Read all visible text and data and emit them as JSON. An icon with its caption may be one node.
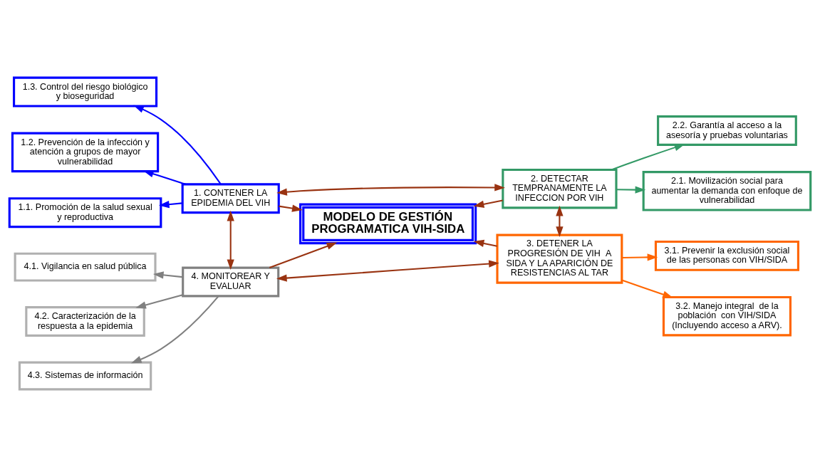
{
  "diagram": {
    "nodes": [
      {
        "text": [
          "MODELO DE GESTIÓN PROGRAMATICA VIH-SIDA"
        ]
      },
      {
        "text": [
          "1. CONTENER LA EPIDEMIA DEL VIH"
        ]
      },
      {
        "text": [
          "1.3. Control del riesgo biológico y bioseguridad"
        ]
      },
      {
        "text": [
          "1.2. Prevención de la infección y atención a grupos de mayor vulnerabilidad"
        ]
      },
      {
        "text": [
          "1.1. Promoción de la salud sexual y reproductiva"
        ]
      },
      {
        "text": [
          "2. DETECTAR TEMPRANAMENTE LA INFECCION POR VIH"
        ]
      },
      {
        "text": [
          "2.2. Garantía al acceso a la asesoría y pruebas voluntarias"
        ]
      },
      {
        "text": [
          "2.1. Movilización social para aumentar la demanda con enfoque de vulnerabilidad"
        ]
      },
      {
        "text": [
          "4. MONITOREAR Y EVALUAR"
        ]
      },
      {
        "text": [
          "4.1. Vigilancia en salud pública"
        ]
      },
      {
        "text": [
          "4.2. Caracterización de la respuesta a la epidemia"
        ]
      },
      {
        "text": [
          "4.3. Sistemas de información"
        ]
      },
      {
        "text": [
          "3. DETENER LA PROGRESIÓN DE VIH  A SIDA Y LA APARICIÓN DE RESISTENCIAS AL TAR"
        ]
      },
      {
        "text": [
          "3.1. Prevenir la exclusión social de las personas con VIH/SIDA"
        ]
      },
      {
        "text": [
          "3.2. Manejo integral  de la población  con VIH/SIDA (Incluyendo acceso a ARV)."
        ]
      }
    ],
    "edges": [
      {
        "from": 1,
        "to": 2,
        "arrow": "to",
        "color": "#0000ff"
      },
      {
        "from": 1,
        "to": 3,
        "arrow": "to",
        "color": "#0000ff"
      },
      {
        "from": 1,
        "to": 4,
        "arrow": "to",
        "color": "#0000ff"
      },
      {
        "from": 5,
        "to": 6,
        "arrow": "to",
        "color": "#339966"
      },
      {
        "from": 5,
        "to": 7,
        "arrow": "to",
        "color": "#339966"
      },
      {
        "from": 1,
        "to": 5,
        "arrow": "both"
      },
      {
        "from": 1,
        "to": 8,
        "arrow": "both"
      },
      {
        "from": 1,
        "to": 0,
        "arrow": "to"
      },
      {
        "from": 8,
        "to": 0,
        "arrow": "to"
      },
      {
        "from": 5,
        "to": 12,
        "arrow": "both"
      },
      {
        "from": 5,
        "to": 0,
        "arrow": "to"
      },
      {
        "from": 12,
        "to": 0,
        "arrow": "to"
      },
      {
        "from": 8,
        "to": 12,
        "arrow": "both"
      },
      {
        "from": 8,
        "to": 9,
        "arrow": "to",
        "color": "#808080"
      },
      {
        "from": 8,
        "to": 10,
        "arrow": "to",
        "color": "#808080"
      },
      {
        "from": 8,
        "to": 11,
        "arrow": "to",
        "color": "#808080"
      },
      {
        "from": 12,
        "to": 13,
        "arrow": "to",
        "color": "#ff6600"
      },
      {
        "from": 12,
        "to": 14,
        "arrow": "to",
        "color": "#ff6600"
      }
    ]
  }
}
